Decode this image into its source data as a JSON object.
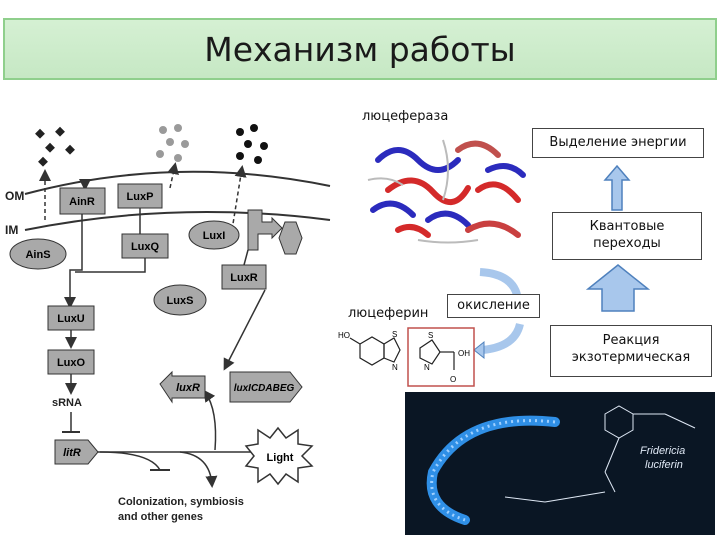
{
  "title": "Механизм работы",
  "right": {
    "luciferase_label": "люцефераза",
    "energy_release": "Выделение энергии",
    "quantum_line1": "Квантовые",
    "quantum_line2": "переходы",
    "reaction_line1": "Реакция",
    "reaction_line2": "экзотермическая",
    "luciferin_label": "люцеферин",
    "oxidation_label": "окисление",
    "photo_caption_line1": "Fridericia",
    "photo_caption_line2": "luciferin"
  },
  "left_diagram": {
    "membrane_om": "OM",
    "membrane_im": "IM",
    "ainr": "AinR",
    "luxp": "LuxP",
    "luxq": "LuxQ",
    "luxi": "LuxI",
    "luxr_receptor": "LuxR",
    "ains": "AinS",
    "luxs": "LuxS",
    "luxu": "LuxU",
    "luxo": "LuxO",
    "srna": "sRNA",
    "litr": "litR",
    "luxr_gene": "luxR",
    "luxicdabeg": "luxICDABEG",
    "light": "Light",
    "output_line1": "Colonization, symbiosis",
    "output_line2": "and other genes"
  },
  "colors": {
    "title_bg": "#c6e8c4",
    "title_border": "#8fcf8c",
    "node_fill": "#a9a9a9",
    "arrow_fill": "#a8c7ec",
    "arrow_stroke": "#4f81bd",
    "photo_bg": "#0a1624",
    "worm": "#2f8fe6"
  }
}
